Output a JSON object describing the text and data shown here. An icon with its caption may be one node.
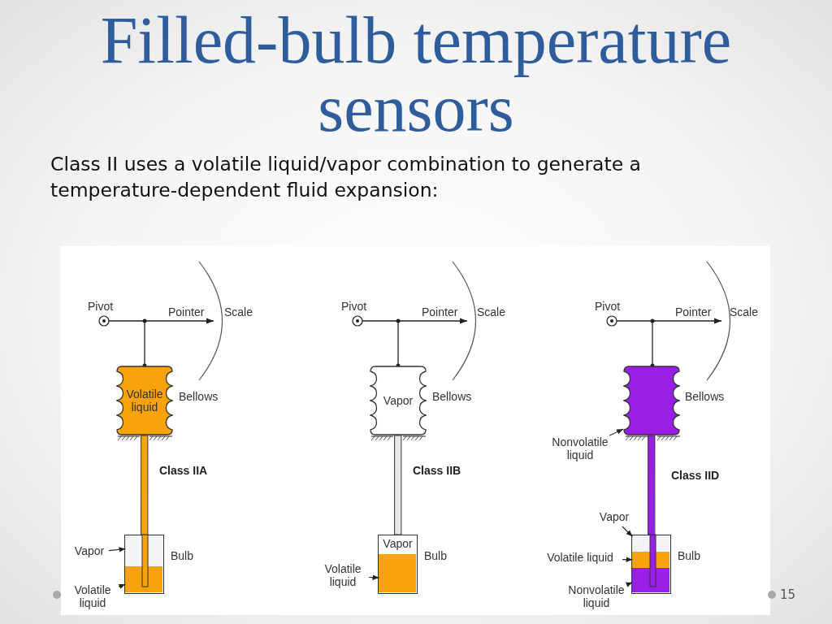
{
  "diagram": {
    "title": "Filled-bulb temperature sensors",
    "nodes": [
      {
        "text": [
          "Volatile liquid"
        ],
        "beside": [
          "Bellows"
        ]
      },
      {
        "text": [],
        "shape": "box",
        "beside": [
          "Bulb"
        ]
      },
      {
        "text": [],
        "shape": "box",
        "in": 1
      },
      {
        "text": [],
        "shape": "box",
        "in": 1
      },
      {
        "text": [
          "Vapor"
        ]
      },
      {
        "text": [
          "Volatile liquid"
        ]
      },
      {
        "text": [
          "Vapor"
        ],
        "beside": [
          "Bellows"
        ]
      },
      {
        "text": [
          "Vapor"
        ],
        "beside": [
          "Bulb"
        ]
      },
      {
        "text": [],
        "shape": "box",
        "in": 7
      },
      {
        "text": [
          "Volatile liquid"
        ]
      },
      {
        "text": [],
        "shape": "bellows",
        "beside": [
          "Bellows"
        ]
      },
      {
        "text": [
          "Nonvolatile liquid"
        ]
      },
      {
        "text": [],
        "shape": "box",
        "beside": [
          "Bulb"
        ]
      },
      {
        "text": [],
        "shape": "box",
        "in": 12
      },
      {
        "text": [],
        "shape": "box",
        "in": 12
      },
      {
        "text": [],
        "shape": "box",
        "in": 12
      },
      {
        "text": [
          "Vapor"
        ]
      },
      {
        "text": [
          "Volatile liquid"
        ]
      },
      {
        "text": [
          "Nonvolatile liquid"
        ]
      }
    ],
    "edges": [
      {
        "from": 4,
        "to": 2,
        "arrow": "to"
      },
      {
        "from": 5,
        "to": 3,
        "arrow": "to"
      },
      {
        "from": 9,
        "to": 8,
        "arrow": "to"
      },
      {
        "from": 11,
        "to": 10,
        "arrow": "to"
      },
      {
        "from": 16,
        "to": 13,
        "arrow": "to"
      },
      {
        "from": 17,
        "to": 14,
        "arrow": "to"
      },
      {
        "from": 18,
        "to": 15,
        "arrow": "to"
      },
      {
        "from": 0,
        "to": 1,
        "arrow": "none",
        "style": "thick",
        "color": "#f8a20c"
      },
      {
        "from": 6,
        "to": 7,
        "arrow": "none",
        "style": "thick",
        "color": "#e6e6e6"
      },
      {
        "from": 10,
        "to": 12,
        "arrow": "none",
        "style": "thick",
        "color": "#9a1fe6"
      }
    ],
    "labels": [
      "Class II uses a volatile liquid/vapor combination to generate a temperature-dependent fluid expansion:",
      "Pivot",
      "Pointer",
      "Scale",
      "Pivot",
      "Pointer",
      "Scale",
      "Pivot",
      "Pointer",
      "Scale",
      "Class IIA",
      "Class IIB",
      "Class IID",
      "15"
    ]
  }
}
